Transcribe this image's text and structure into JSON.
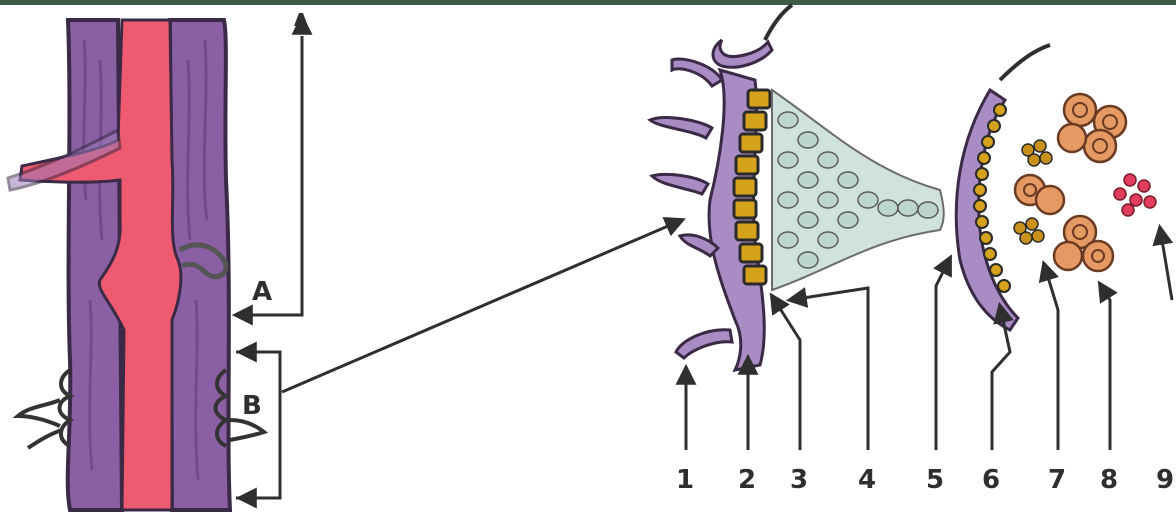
{
  "left_labels": {
    "a_upper": "A",
    "a_lower": "A",
    "b": "B"
  },
  "numbers": [
    "1",
    "2",
    "3",
    "4",
    "5",
    "6",
    "7",
    "8",
    "9"
  ],
  "colors": {
    "vessel_purple": "#8a5fa3",
    "vessel_dark": "#5b3a78",
    "blood_red": "#ee5a6f",
    "cell_lavender": "#a98cc4",
    "yellow_cells": "#d6a21c",
    "pale_cells": "#cfe3dc",
    "orange_cells": "#e59a63",
    "red_cells": "#e23d5c",
    "ink": "#2f2f2f",
    "header_strip": "#3f5a48"
  }
}
